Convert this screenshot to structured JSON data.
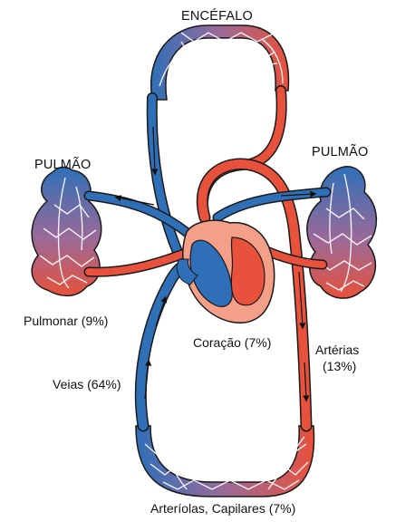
{
  "labels": {
    "brain": "ENCÉFALO",
    "lung_left": "PULMÃO",
    "lung_right": "PULMÃO",
    "pulmonary": "Pulmonar (9%)",
    "heart": "Coração (7%)",
    "arteries_line1": "Artérias",
    "arteries_line2": "(13%)",
    "veins": "Veias (64%)",
    "capillaries": "Arteríolas, Capilares (7%)"
  },
  "colors": {
    "venous_blue": "#2f6fb8",
    "arterial_red": "#e8513b",
    "heart_pink": "#f4a088",
    "mixed_purple": "#9a6a98",
    "outline": "#1a1a1a"
  }
}
